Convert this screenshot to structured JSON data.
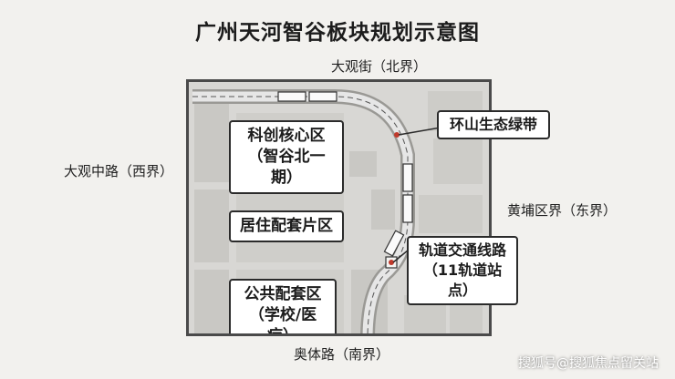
{
  "title": "广州天河智谷板块规划示意图",
  "boundaries": {
    "north": "大观街（北界）",
    "west": "大观中路（西界）",
    "east": "黄埔区界（东界）",
    "south": "奥体路（南界）"
  },
  "zones": {
    "science": {
      "line1": "科创核心区",
      "line2": "（智谷北一期）"
    },
    "residential": {
      "line1": "居住配套片区"
    },
    "public": {
      "line1": "公共配套区",
      "line2": "（学校/医疗）"
    }
  },
  "callouts": {
    "green_belt": "环山生态绿带",
    "rail": {
      "line1": "轨道交通线路",
      "line2": "（11轨道站点）"
    }
  },
  "watermark": "搜狐号@搜狐焦点留关站",
  "colors": {
    "map_bg": "#d8d7d4",
    "block": "#c9c8c4",
    "rail": "#e6e6e6",
    "accent": "#c0392b"
  }
}
